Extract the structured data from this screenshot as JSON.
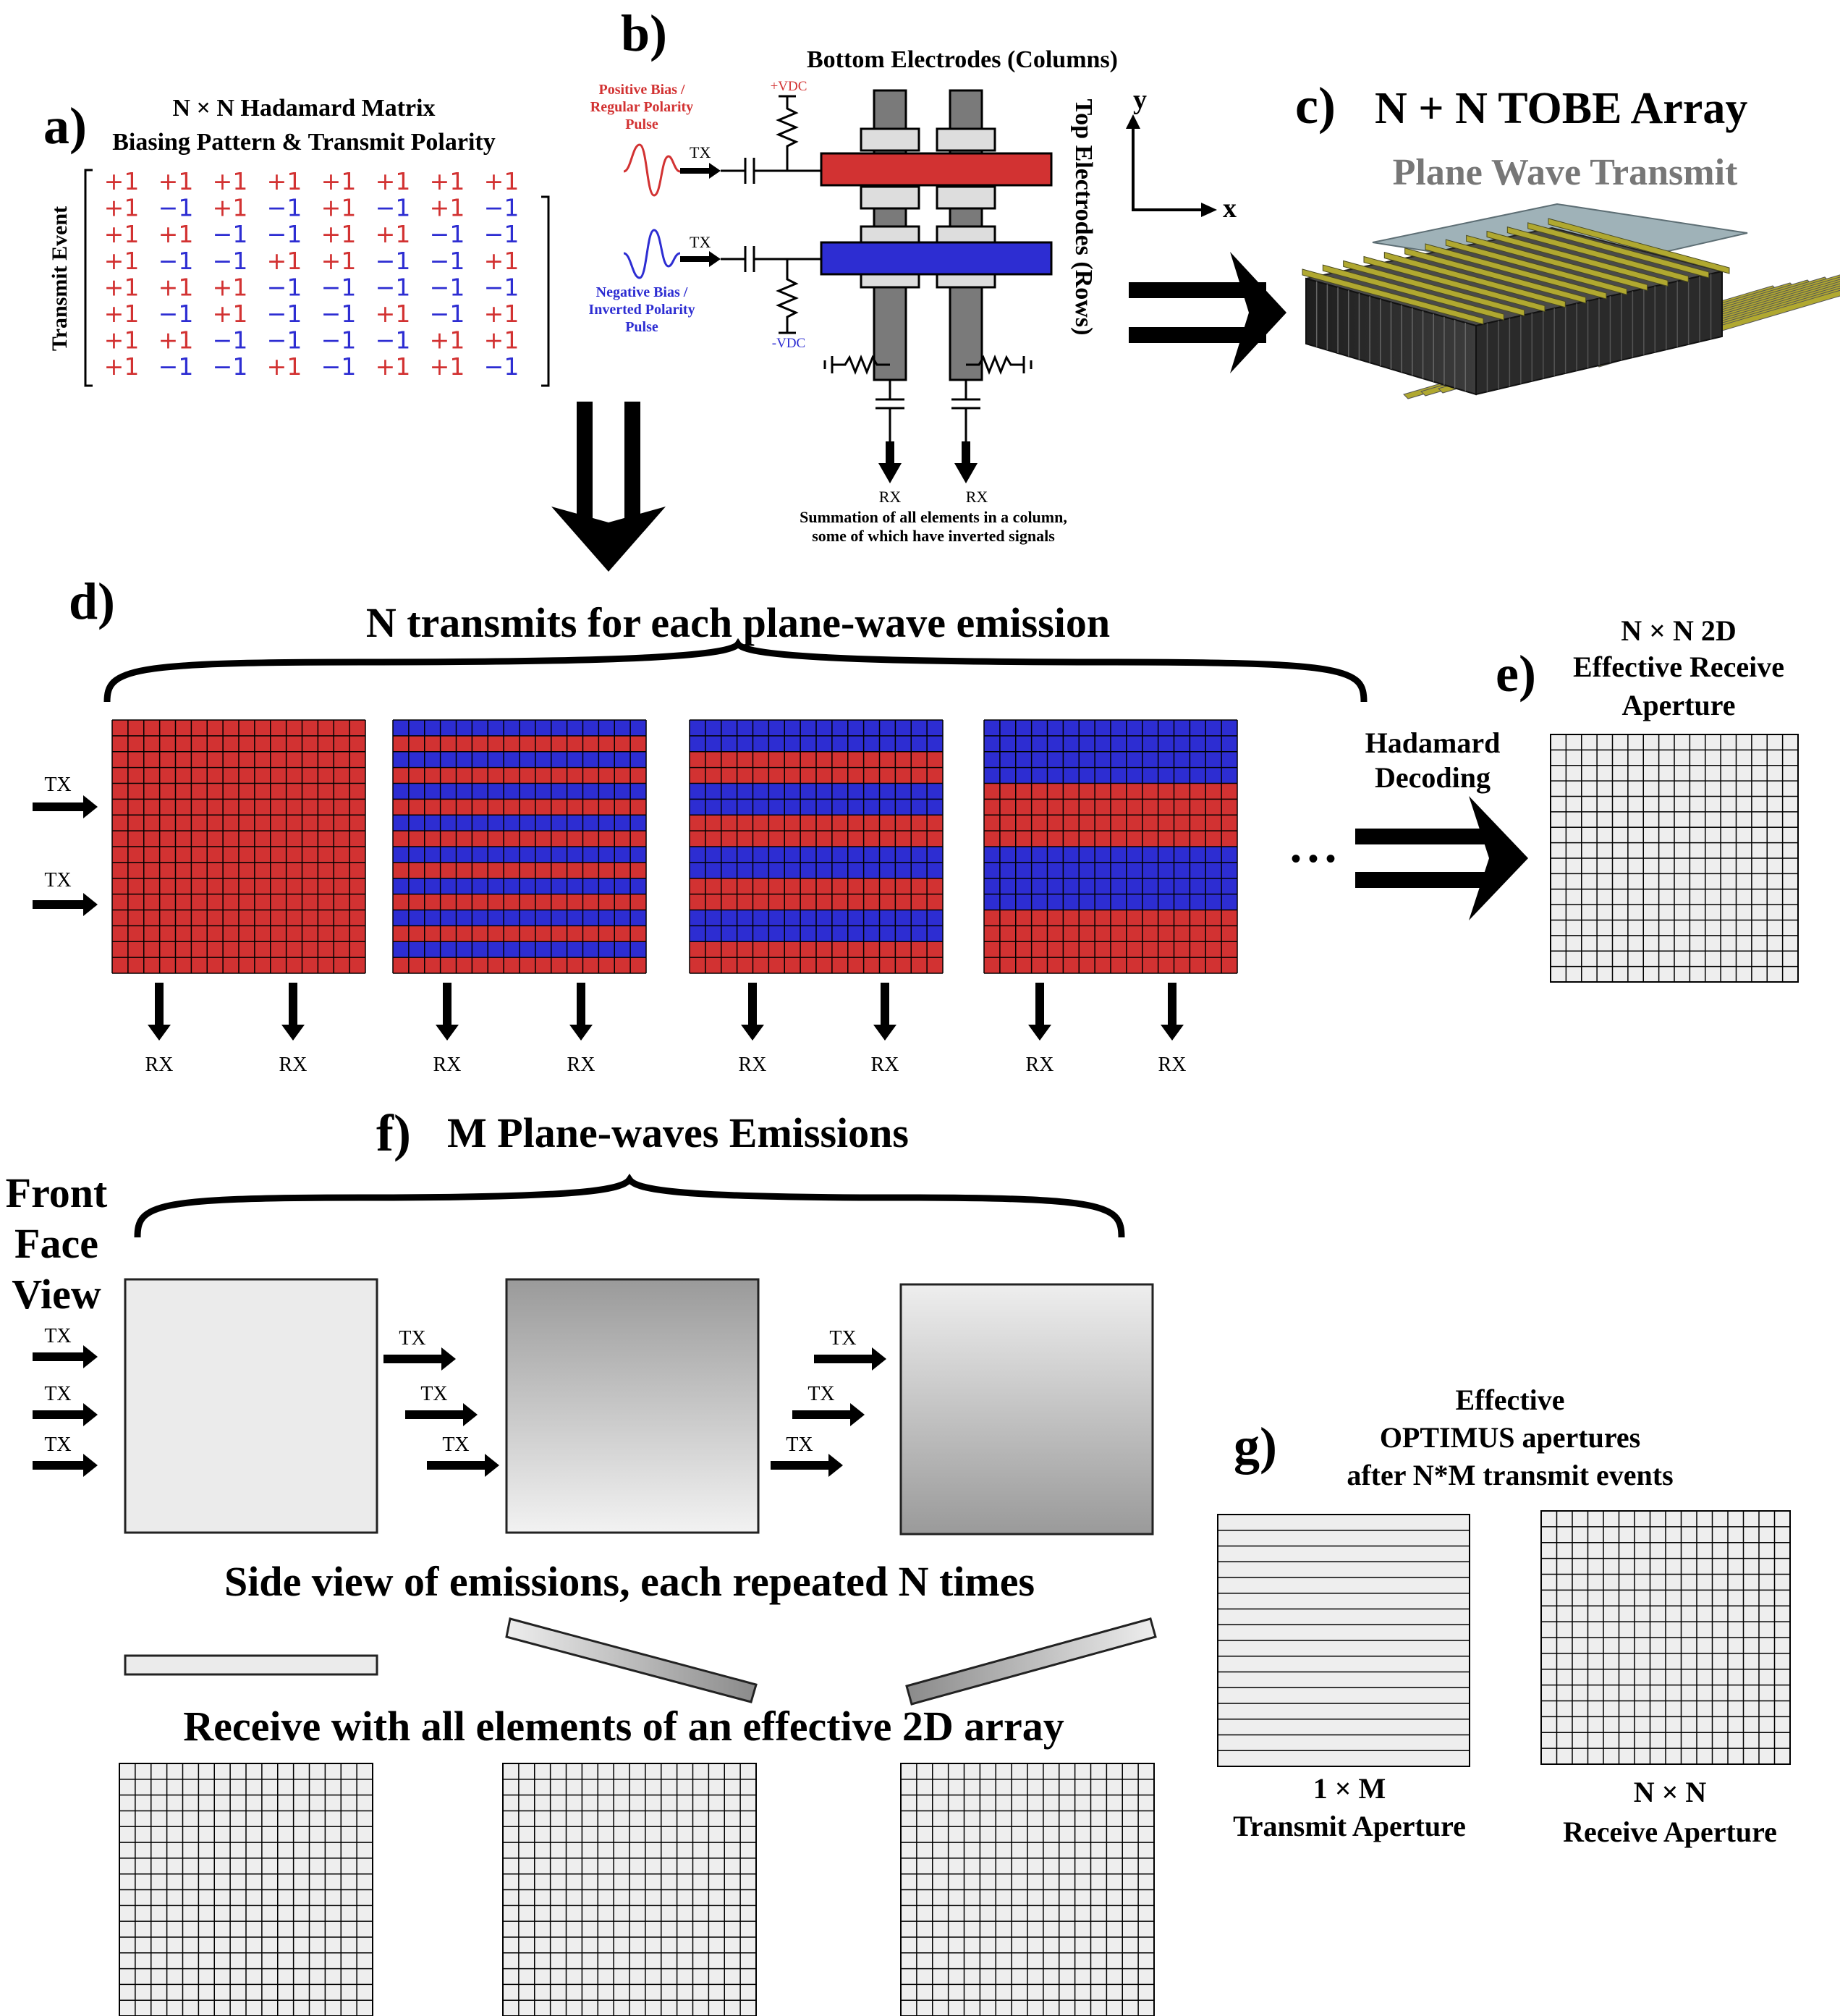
{
  "panels": {
    "a": {
      "label": "a)",
      "title": "N × N Hadamard Matrix",
      "subtitle": "Biasing Pattern & Transmit Polarity",
      "side_label": "Transmit Event",
      "matrix": [
        [
          "+1",
          "+1",
          "+1",
          "+1",
          "+1",
          "+1",
          "+1",
          "+1"
        ],
        [
          "+1",
          "−1",
          "+1",
          "−1",
          "+1",
          "−1",
          "+1",
          "−1"
        ],
        [
          "+1",
          "+1",
          "−1",
          "−1",
          "+1",
          "+1",
          "−1",
          "−1"
        ],
        [
          "+1",
          "−1",
          "−1",
          "+1",
          "+1",
          "−1",
          "−1",
          "+1"
        ],
        [
          "+1",
          "+1",
          "+1",
          "−1",
          "−1",
          "−1",
          "−1",
          "−1"
        ],
        [
          "+1",
          "−1",
          "+1",
          "−1",
          "−1",
          "+1",
          "−1",
          "+1"
        ],
        [
          "+1",
          "+1",
          "−1",
          "−1",
          "−1",
          "−1",
          "+1",
          "+1"
        ],
        [
          "+1",
          "−1",
          "−1",
          "+1",
          "−1",
          "+1",
          "+1",
          "−1"
        ]
      ]
    },
    "b": {
      "label": "b)",
      "top_label": "Bottom Electrodes (Columns)",
      "right_label": "Top Electrodes (Rows)",
      "pos_label": [
        "Positive Bias /",
        "Regular Polarity",
        "Pulse"
      ],
      "neg_label": [
        "Negative Bias /",
        "Inverted Polarity",
        "Pulse"
      ],
      "vdc_pos": "+VDC",
      "vdc_neg": "-VDC",
      "tx": "TX",
      "rx": "RX",
      "summation": [
        "Summation of all elements in a column,",
        "some of which have inverted signals"
      ]
    },
    "c": {
      "label": "c)",
      "title": "N + N TOBE Array",
      "subtitle": "Plane Wave Transmit",
      "axis_x": "x",
      "axis_y": "y"
    },
    "d": {
      "label": "d)",
      "title": "N transmits for each plane-wave emission",
      "tx": "TX",
      "rx": "RX",
      "ellipsis": "• • •",
      "decoding": [
        "Hadamard",
        "Decoding"
      ]
    },
    "e": {
      "label": "e)",
      "title": [
        "N × N 2D",
        "Effective Receive",
        "Aperture"
      ]
    },
    "f": {
      "label": "f)",
      "title": "M Plane-waves Emissions",
      "front_face": [
        "Front",
        "Face",
        "View"
      ],
      "tx": "TX",
      "side_view": "Side view of emissions, each repeated N times",
      "receive": "Receive with all elements of an effective 2D array"
    },
    "g": {
      "label": "g)",
      "title": [
        "Effective",
        "OPTIMUS apertures",
        "after N*M transmit events"
      ],
      "transmit_aperture": [
        "1 × M",
        "Transmit Aperture"
      ],
      "receive_aperture": [
        "N × N",
        "Receive Aperture"
      ]
    }
  },
  "colors": {
    "red": "#d23232",
    "blue": "#2d2dd2",
    "plus_text": "#d23232",
    "minus_text": "#2d2dd2",
    "grid_fill": "#eeeeee",
    "gold": "#b0a830"
  }
}
